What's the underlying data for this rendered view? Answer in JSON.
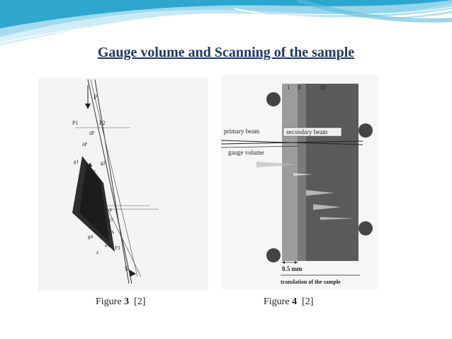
{
  "slide": {
    "title": "Gauge volume and Scanning of the sample"
  },
  "figure3": {
    "caption_prefix": "Figure ",
    "caption_number": "3",
    "caption_ref": "  [2]",
    "labels": {
      "P": "P",
      "P1": "P1",
      "P2": "P2",
      "P3": "P3",
      "dP": "dP",
      "deltaP": "δP",
      "g1": "g1",
      "g2": "g2",
      "g3": "g3",
      "g4": "g4",
      "y": "y",
      "x": "x",
      "deltaS": "δS",
      "dS": "dS",
      "S": "S",
      "z": "z"
    }
  },
  "figure4": {
    "caption_prefix": "Figure ",
    "caption_number": "4",
    "caption_ref": "  [2]",
    "zone_labels": [
      "I",
      "II",
      "III"
    ],
    "primary_beam": "primary beam",
    "secondary_beam": "secondary beam",
    "gauge_volume": "gauge volume",
    "scale": "0.5 mm",
    "translation": "translation of the sample"
  },
  "colors": {
    "title": "#1f3864",
    "banner_dark": "#1a9ec9",
    "banner_light": "#bfe6f3"
  }
}
